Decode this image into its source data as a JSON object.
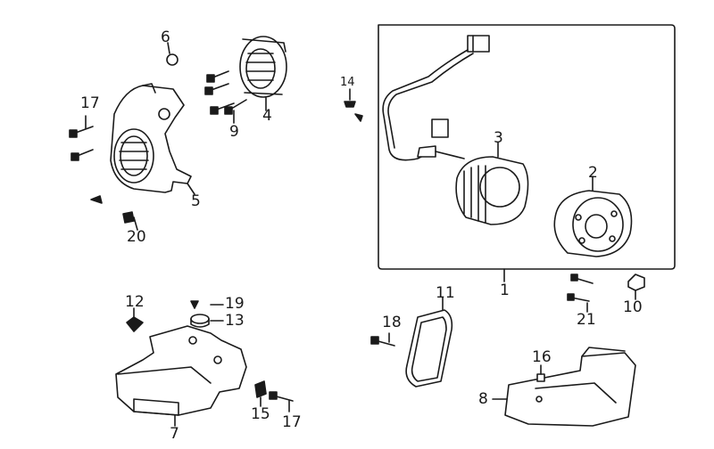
{
  "callouts": {
    "c1": "1",
    "c2": "2",
    "c3": "3",
    "c4": "4",
    "c5": "5",
    "c6": "6",
    "c7": "7",
    "c8": "8",
    "c9": "9",
    "c10": "10",
    "c11": "11",
    "c12": "12",
    "c13": "13",
    "c14": "14",
    "c15": "15",
    "c16": "16",
    "c17a": "17",
    "c17b": "17",
    "c18": "18",
    "c19": "19",
    "c20": "20",
    "c21": "21"
  },
  "colors": {
    "line": "#1a1a1a",
    "fill": "#ffffff",
    "shade": "#d9d9d9"
  }
}
